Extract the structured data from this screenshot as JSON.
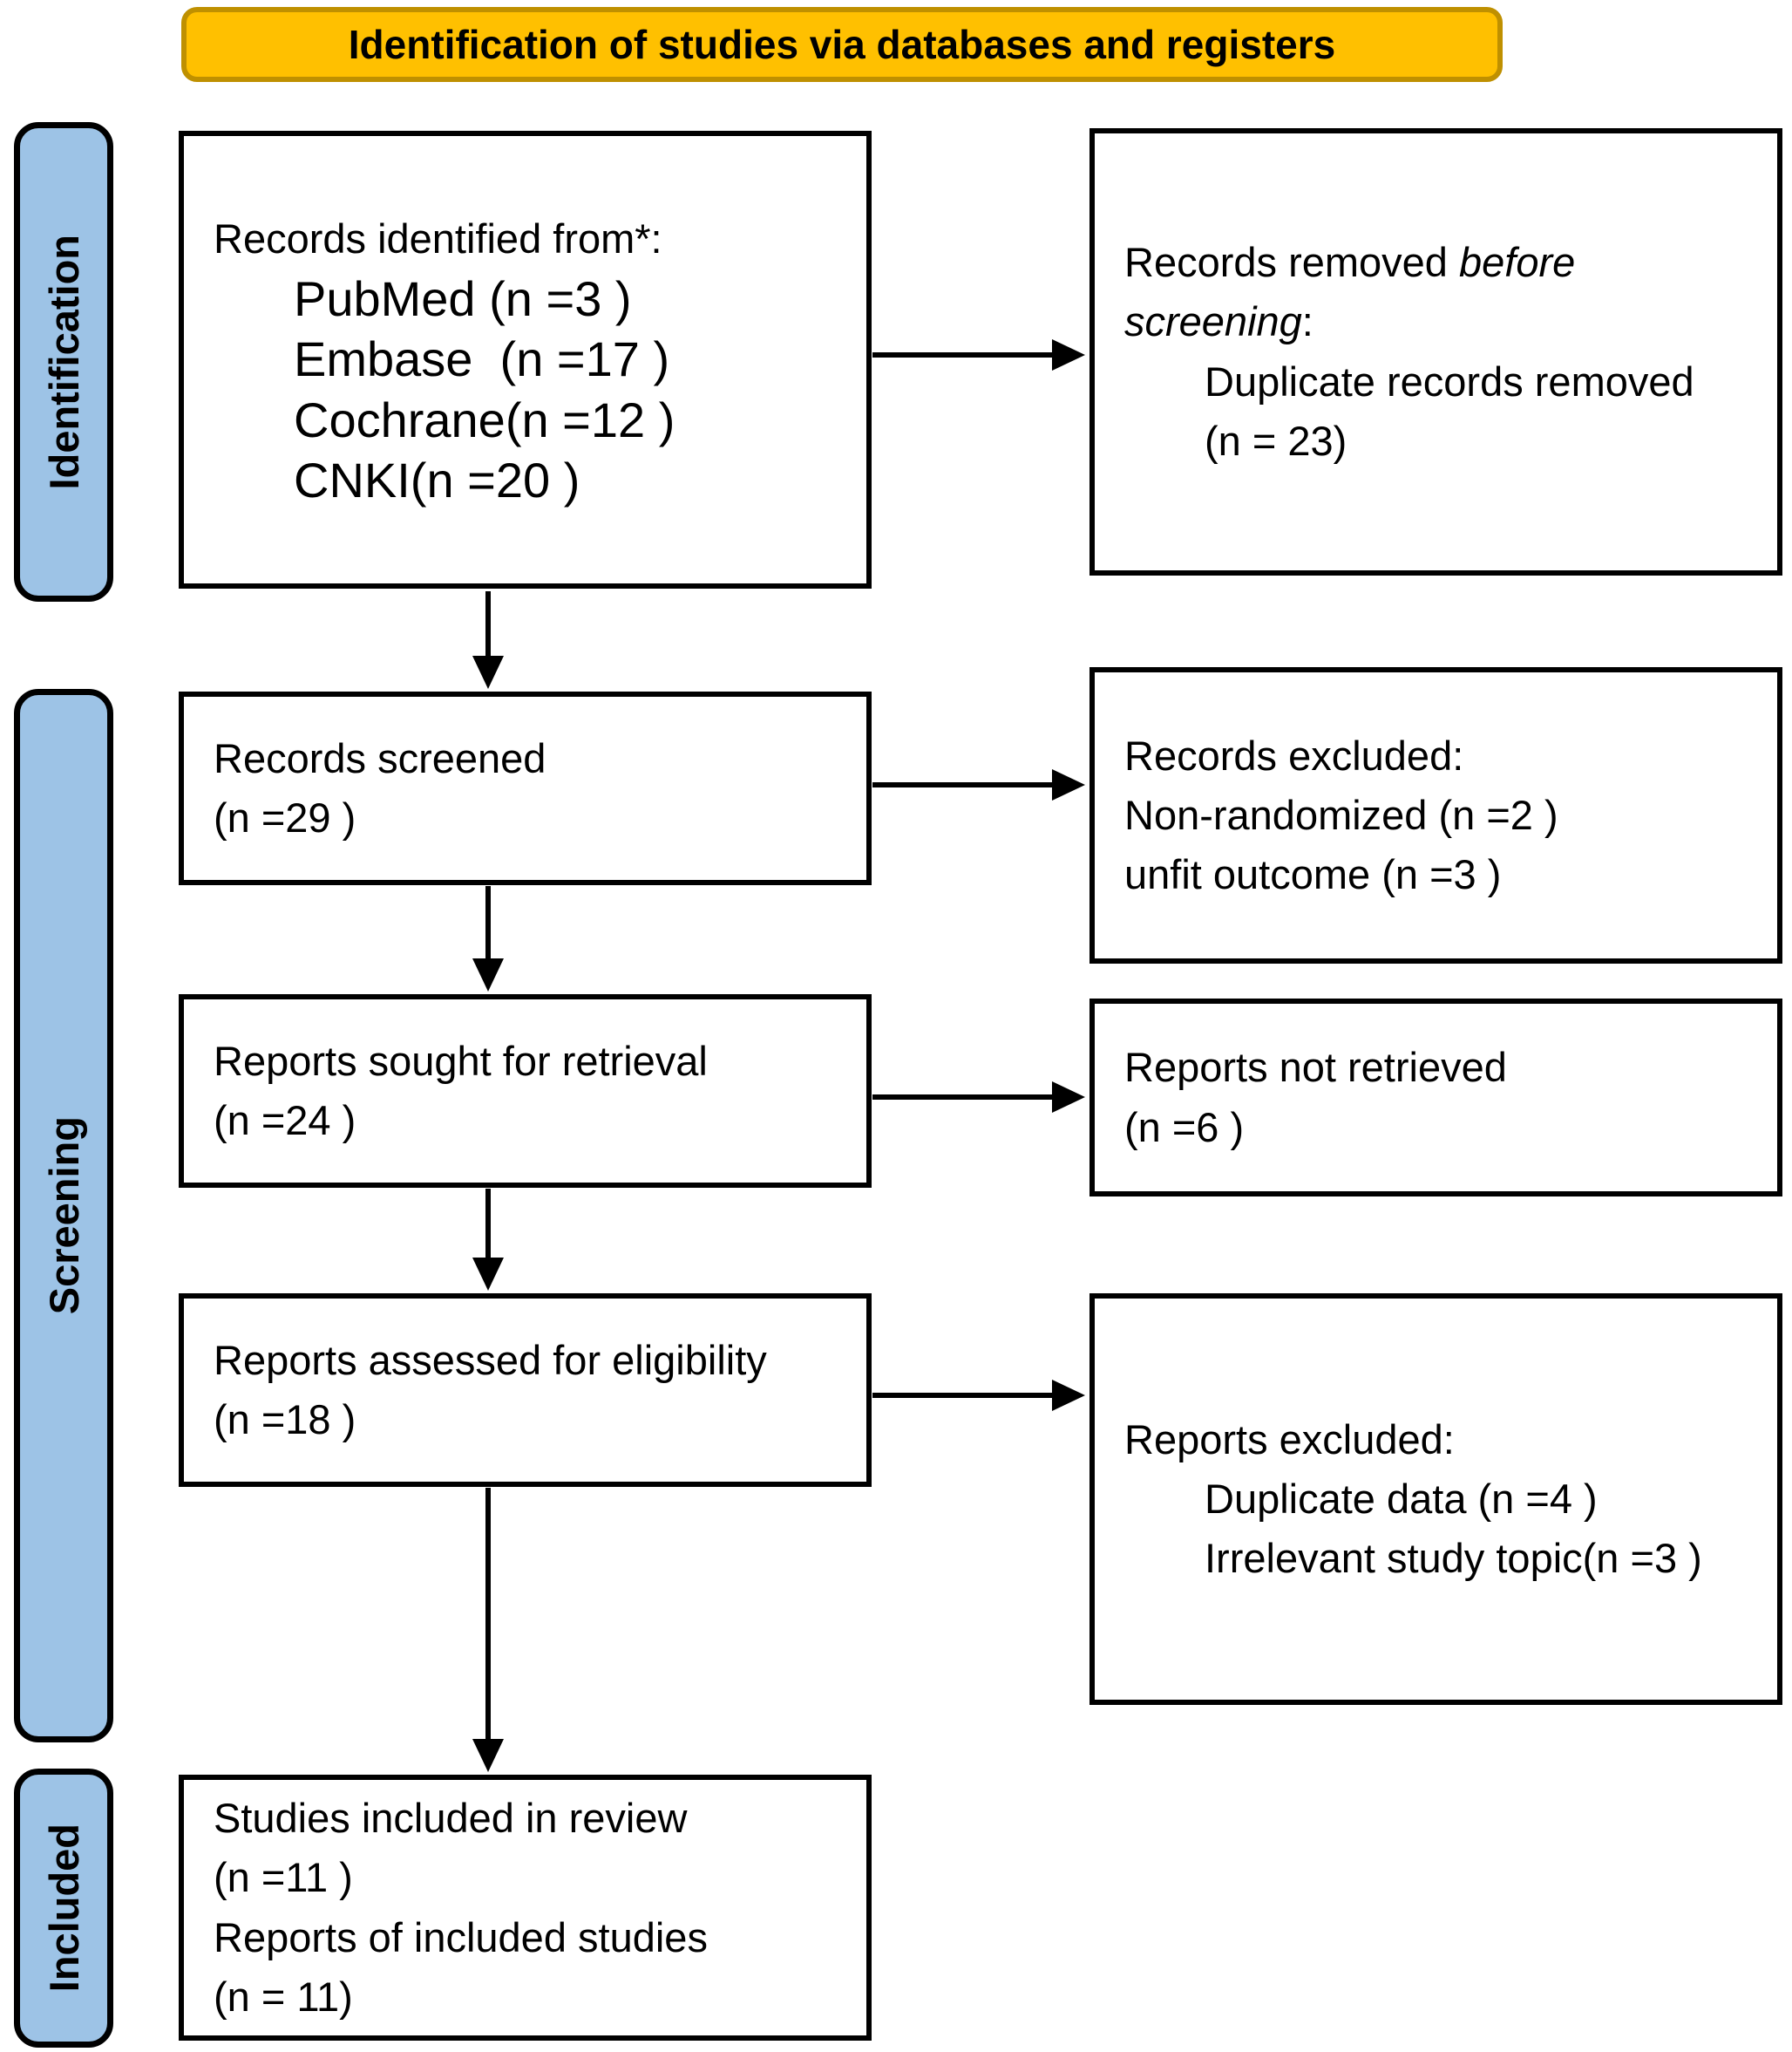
{
  "header": {
    "title": "Identification of studies via databases and registers"
  },
  "colors": {
    "banner_bg": "#FFC000",
    "banner_border": "#BF9000",
    "stage_bg": "#9DC3E6",
    "box_border": "#000000"
  },
  "stages": {
    "identification": "Identification",
    "screening": "Screening",
    "included": "Included"
  },
  "boxes": {
    "records_identified": {
      "intro": "Records identified from*:",
      "sources": [
        "PubMed (n =3 )",
        "Embase  (n =17 )",
        "Cochrane(n =12 )",
        "CNKI(n =20 )"
      ]
    },
    "records_removed": {
      "line1_regular": "Records removed ",
      "line1_italic": "before",
      "line2_italic": "screening",
      "line2_regular": ":",
      "reason": "Duplicate records removed",
      "count": "(n = 23)"
    },
    "records_screened": {
      "title": "Records screened",
      "count": "(n =29 )"
    },
    "records_excluded": {
      "title": "Records excluded:",
      "reasons": [
        "Non-randomized (n =2 )",
        "unfit outcome (n =3 )"
      ]
    },
    "reports_sought": {
      "title": "Reports sought for retrieval",
      "count": "(n =24 )"
    },
    "reports_not_retrieved": {
      "title": "Reports not retrieved",
      "count": "(n =6 )"
    },
    "reports_assessed": {
      "title": "Reports assessed for eligibility",
      "count": "(n =18 )"
    },
    "reports_excluded": {
      "title": "Reports excluded:",
      "reasons": [
        "Duplicate data (n =4 )",
        "Irrelevant study topic(n =3 )"
      ]
    },
    "studies_included": {
      "line1": "Studies included in review",
      "line2": "(n =11 )",
      "line3": "Reports of included studies",
      "line4": "(n = 11)"
    }
  }
}
